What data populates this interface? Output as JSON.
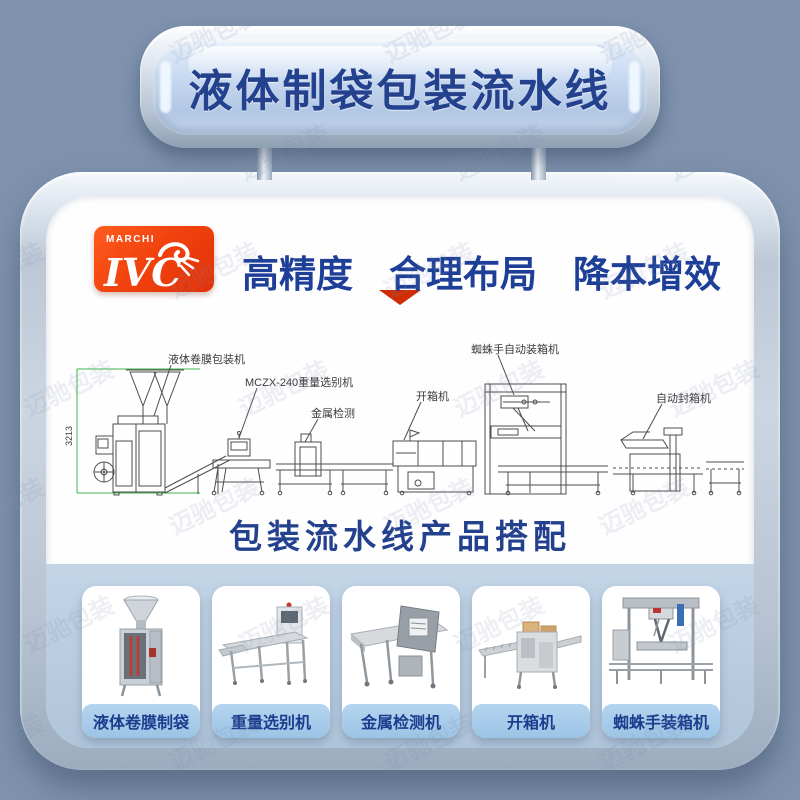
{
  "banner": {
    "title": "液体制袋包装流水线"
  },
  "logo": {
    "brand_small": "MARCHI",
    "brand_main": "IVC"
  },
  "header": {
    "headline_parts": [
      "高精度",
      "合理布局",
      "降本增效"
    ]
  },
  "diagram": {
    "dimension_label": "3213",
    "labels": [
      {
        "text": "液体卷膜包装机"
      },
      {
        "text": "MCZX-240重量选别机"
      },
      {
        "text": "金属检测"
      },
      {
        "text": "开箱机"
      },
      {
        "text": "蜘蛛手自动装箱机"
      },
      {
        "text": "自动封箱机"
      }
    ]
  },
  "subtitle": "包装流水线产品搭配",
  "products": [
    {
      "label": "液体卷膜制袋"
    },
    {
      "label": "重量选别机"
    },
    {
      "label": "金属检测机"
    },
    {
      "label": "开箱机"
    },
    {
      "label": "蜘蛛手装箱机"
    }
  ],
  "watermark": {
    "text": "迈驰包装"
  },
  "colors": {
    "background": "#7e92ae",
    "banner_text": "#24418e",
    "headline_text": "#1e3f98",
    "logo_red": "#f1430e",
    "card_blue_section": "#bacde1",
    "caption_strip": "#a6cbe9",
    "dimension_green": "#3cb54a"
  }
}
